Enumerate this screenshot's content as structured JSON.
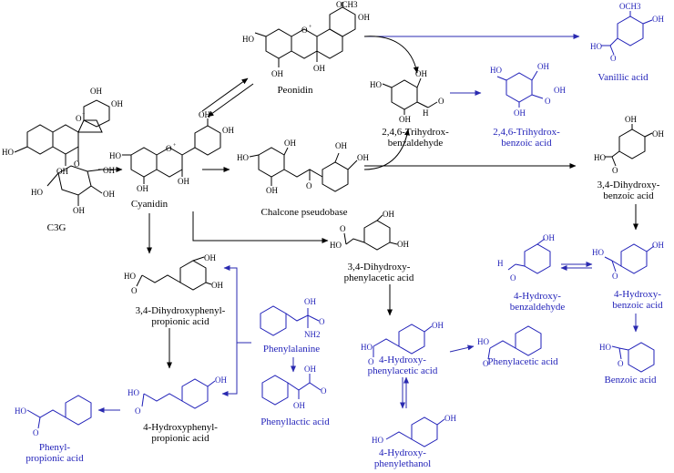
{
  "compounds": {
    "c3g": "C3G",
    "cyanidin": "Cyanidin",
    "peonidin": "Peonidin",
    "chalcone": "Chalcone pseudobase",
    "tha_1": "2,4,6-Trihydrox-",
    "tha_2": "benzaldehyde",
    "thba_1": "2,4,6-Trihydrox-",
    "thba_2": "benzoic acid",
    "vanillic": "Vanillic acid",
    "dhba_1": "3,4-Dihydroxy-",
    "dhba_2": "benzoic acid",
    "dhpaa_1": "3,4-Dihydroxy-",
    "dhpaa_2": "phenylacetic acid",
    "dhppa_1": "3,4-Dihydroxyphenyl-",
    "dhppa_2": "propionic acid",
    "phenylalanine": "Phenylalanine",
    "phenyllactic": "Phenyllactic acid",
    "hppa_1": "4-Hydroxyphenyl-",
    "hppa_2": "propionic acid",
    "ppa_1": "Phenyl-",
    "ppa_2": "propionic acid",
    "hpaa_1": "4-Hydroxy-",
    "hpaa_2": "phenylacetic acid",
    "paa": "Phenylacetic acid",
    "hpe_1": "4-Hydroxy-",
    "hpe_2": "phenylethanol",
    "hba_1": "4-Hydroxy-",
    "hba_2": "benzaldehyde",
    "hbacid_1": "4-Hydroxy-",
    "hbacid_2": "benzoic acid",
    "benzoic": "Benzoic acid"
  },
  "atoms": {
    "oh": "OH",
    "ho": "HO",
    "o": "O",
    "och3": "OCH3",
    "nh2": "NH2",
    "h": "H",
    "plus": "+"
  },
  "colors": {
    "black": "#000000",
    "blue": "#1f1fb8"
  }
}
